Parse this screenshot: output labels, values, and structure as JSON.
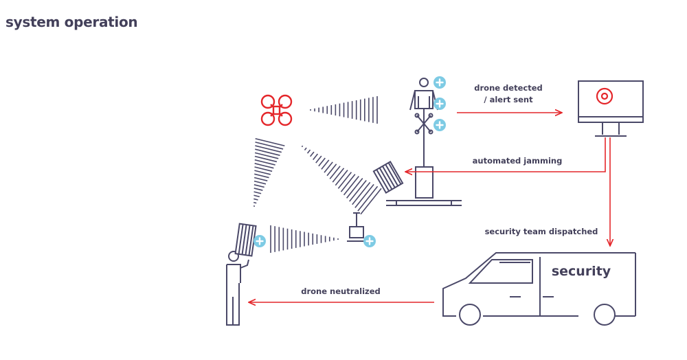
{
  "page": {
    "title": "system operation"
  },
  "labels": {
    "detected_line1": "drone detected",
    "detected_line2": "/ alert sent",
    "jamming": "automated jamming",
    "dispatched": "security team dispatched",
    "van": "security",
    "neutralized": "drone neutralized"
  },
  "colors": {
    "line": "#4a4868",
    "accent_red": "#e4262a",
    "plus_blue": "#7ecbe4"
  },
  "icons": [
    "drone-icon",
    "sensor-mast-icon",
    "monitor-target-icon",
    "jammer-icon",
    "security-van-icon",
    "operator-icon",
    "handheld-jammer-icon",
    "remote-controller-icon",
    "plus-badge-icon"
  ]
}
